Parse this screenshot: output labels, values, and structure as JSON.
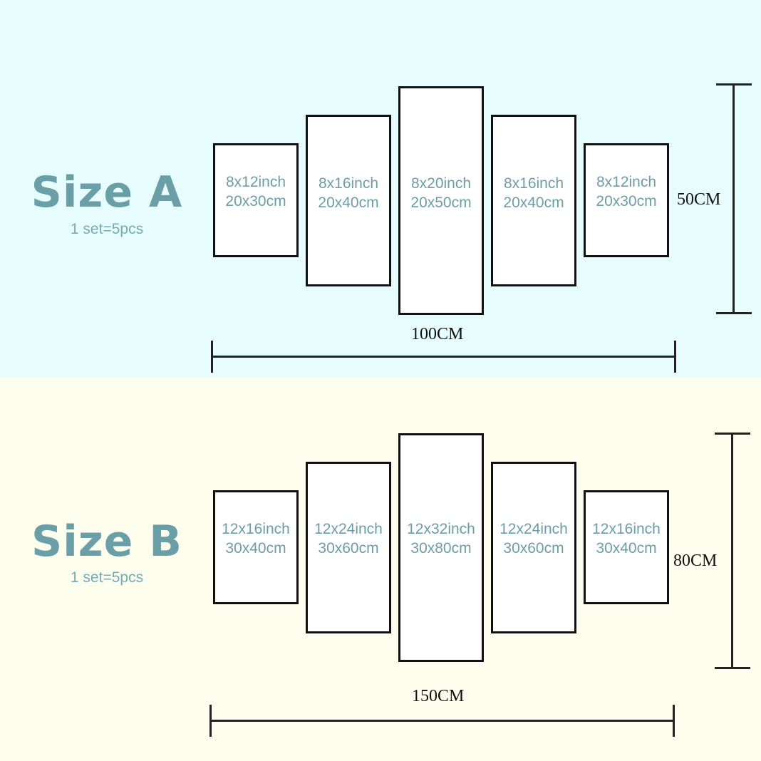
{
  "colors": {
    "section_a_bg": "#e7fdfd",
    "section_b_bg": "#fdfeed",
    "title": "#6a9fa8",
    "subtitle": "#76aab3",
    "panel_text": "#6d9da6"
  },
  "size_a": {
    "title": "Size A",
    "subtitle": "1 set=5pcs",
    "panels": [
      {
        "inch": "8x12inch",
        "cm": "20x30cm"
      },
      {
        "inch": "8x16inch",
        "cm": "20x40cm"
      },
      {
        "inch": "8x20inch",
        "cm": "20x50cm"
      },
      {
        "inch": "8x16inch",
        "cm": "20x40cm"
      },
      {
        "inch": "8x12inch",
        "cm": "20x30cm"
      }
    ],
    "height_label": "50CM",
    "width_label": "100CM"
  },
  "size_b": {
    "title": "Size B",
    "subtitle": "1 set=5pcs",
    "panels": [
      {
        "inch": "12x16inch",
        "cm": "30x40cm"
      },
      {
        "inch": "12x24inch",
        "cm": "30x60cm"
      },
      {
        "inch": "12x32inch",
        "cm": "30x80cm"
      },
      {
        "inch": "12x24inch",
        "cm": "30x60cm"
      },
      {
        "inch": "12x16inch",
        "cm": "30x40cm"
      }
    ],
    "height_label": "80CM",
    "width_label": "150CM"
  }
}
